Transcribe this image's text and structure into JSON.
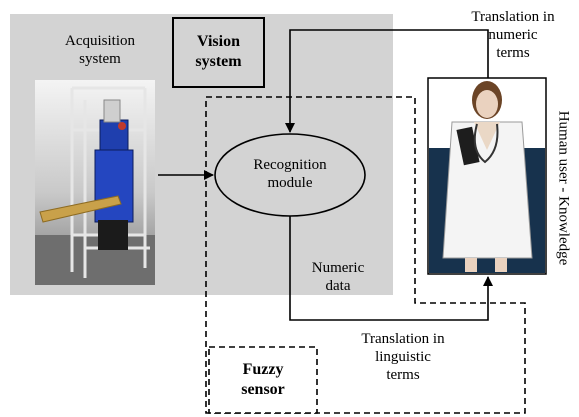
{
  "acquisition": {
    "line1": "Acquisition",
    "line2": "system"
  },
  "vision": {
    "line1": "Vision",
    "line2": "system"
  },
  "recognition": {
    "line1": "Recognition",
    "line2": "module"
  },
  "numeric_data": {
    "line1": "Numeric",
    "line2": "data"
  },
  "translation_numeric": {
    "line1": "Translation in",
    "line2": "numeric",
    "line3": "terms"
  },
  "translation_linguistic": {
    "line1": "Translation in",
    "line2": "linguistic",
    "line3": "terms"
  },
  "fuzzy": {
    "line1": "Fuzzy",
    "line2": "sensor"
  },
  "human_label": "Human user - Knowledge",
  "colors": {
    "panel": "#d3d3d3",
    "navy": "#17324d",
    "wood": "#c9a14a",
    "robot": "#1f3fae"
  }
}
